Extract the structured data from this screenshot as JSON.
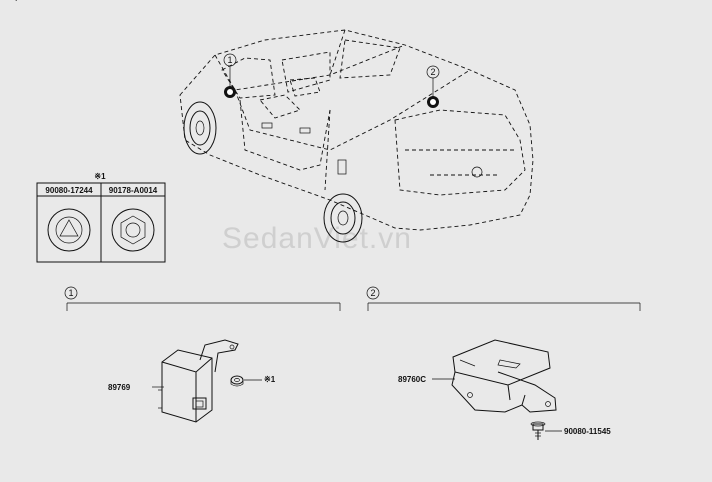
{
  "header_fragment": "(",
  "callouts": [
    "1",
    "2"
  ],
  "fastener_table": {
    "note_mark": "※1",
    "columns": [
      "90080-17244",
      "90178-A0014"
    ],
    "icons": [
      "triangle-nut-icon",
      "hex-nut-icon"
    ]
  },
  "section_1": {
    "marker": "1",
    "part_number": "89769",
    "note_mark": "※1"
  },
  "section_2": {
    "marker": "2",
    "part_number": "89760C",
    "bolt_number": "90080-11545"
  },
  "watermark": "SedanViet.vn",
  "colors": {
    "background": "#e9e9e9",
    "line": "#111111",
    "watermark": "#cfcfcf"
  }
}
